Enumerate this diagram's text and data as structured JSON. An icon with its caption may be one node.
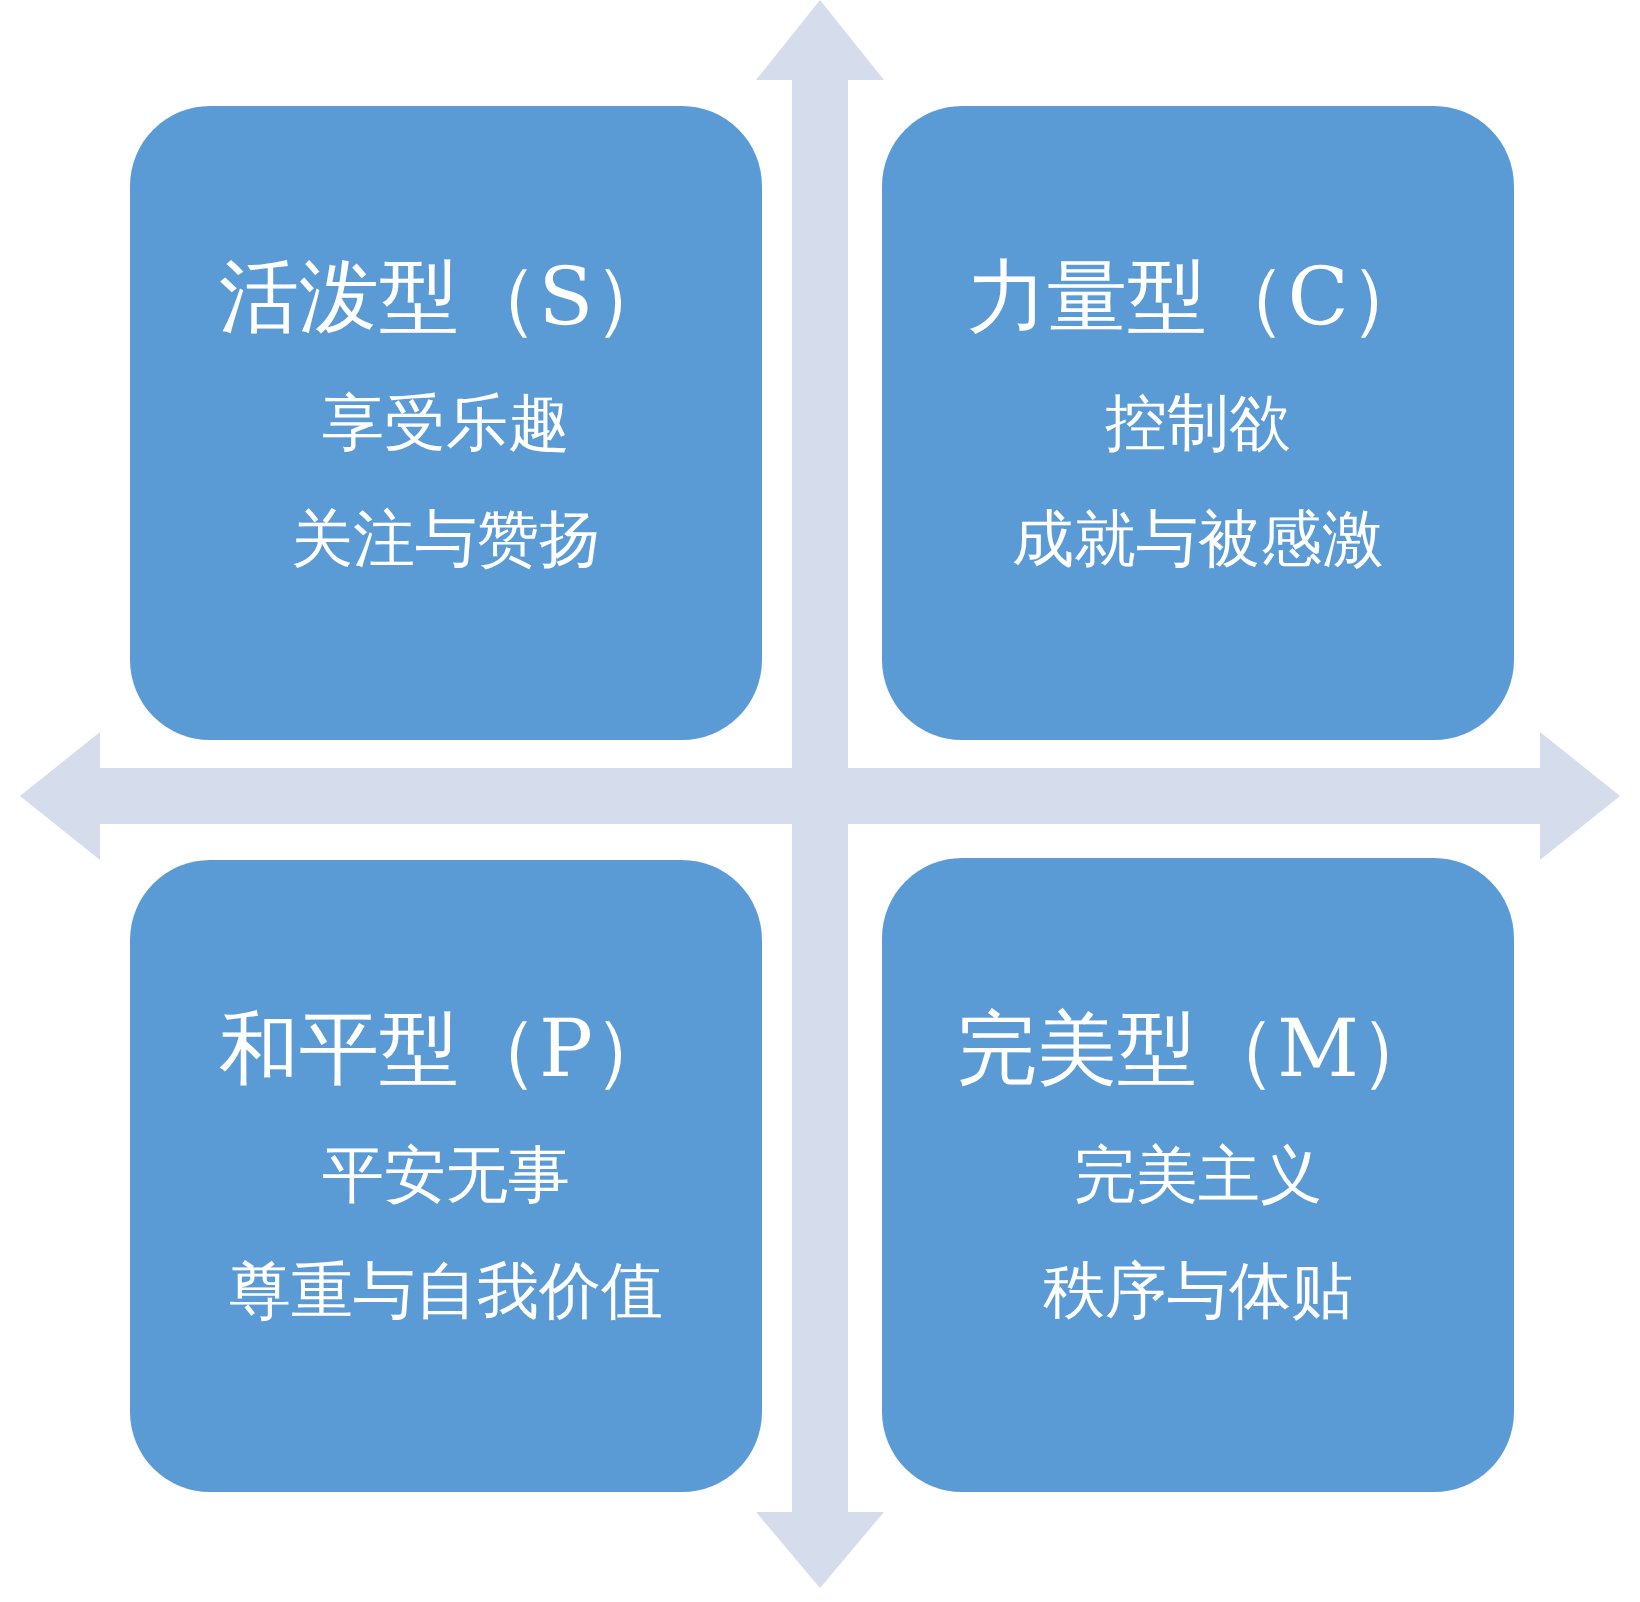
{
  "diagram": {
    "nodes": [
      {
        "text": [
          "活泼型（S）",
          "享受乐趣",
          "关注与赞扬"
        ]
      },
      {
        "text": [
          "力量型（C）",
          "控制欲",
          "成就与被感激"
        ]
      },
      {
        "text": [
          "和平型（P）",
          "平安无事",
          "尊重与自我价值"
        ]
      },
      {
        "text": [
          "完美型（M）",
          "完美主义",
          "秩序与体贴"
        ]
      }
    ]
  }
}
